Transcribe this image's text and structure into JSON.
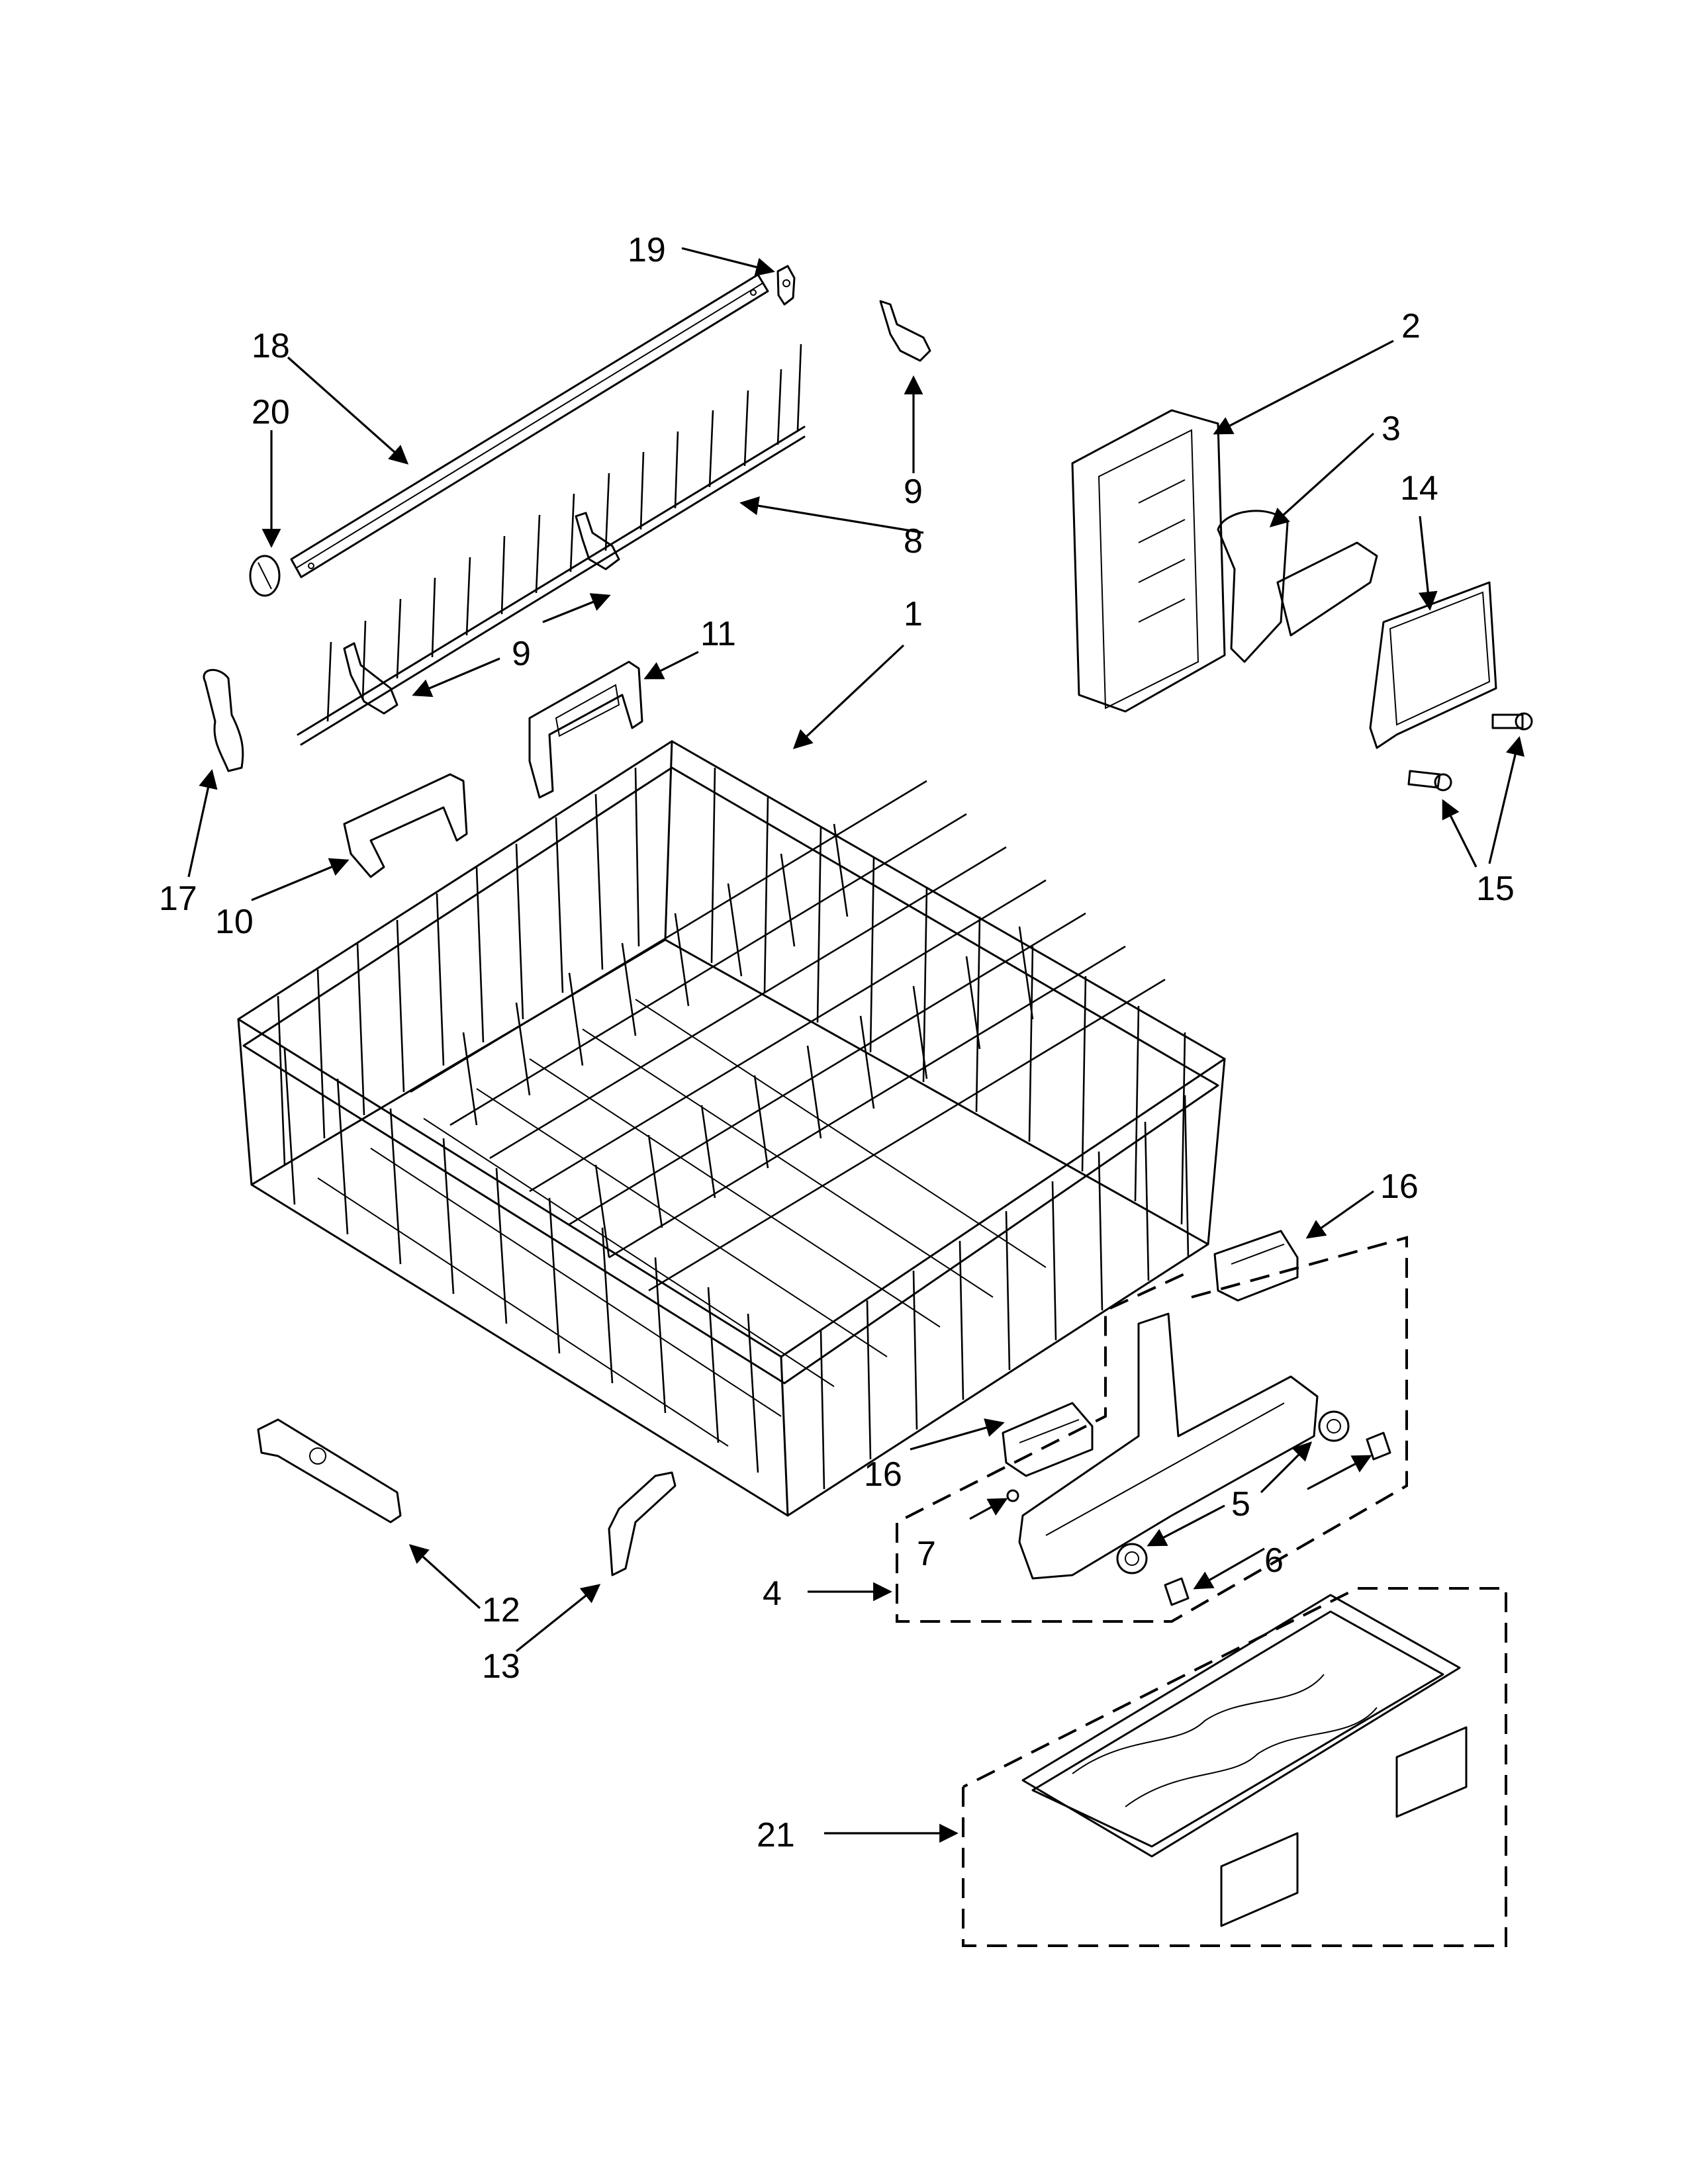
{
  "callouts": [
    {
      "id": "1",
      "text": "1"
    },
    {
      "id": "2",
      "text": "2"
    },
    {
      "id": "3",
      "text": "3"
    },
    {
      "id": "4",
      "text": "4"
    },
    {
      "id": "5",
      "text": "5"
    },
    {
      "id": "6",
      "text": "6"
    },
    {
      "id": "7",
      "text": "7"
    },
    {
      "id": "8",
      "text": "8"
    },
    {
      "id": "9a",
      "text": "9"
    },
    {
      "id": "9b",
      "text": "9"
    },
    {
      "id": "10",
      "text": "10"
    },
    {
      "id": "11",
      "text": "11"
    },
    {
      "id": "12",
      "text": "12"
    },
    {
      "id": "13",
      "text": "13"
    },
    {
      "id": "14",
      "text": "14"
    },
    {
      "id": "15",
      "text": "15"
    },
    {
      "id": "16a",
      "text": "16"
    },
    {
      "id": "16b",
      "text": "16"
    },
    {
      "id": "17",
      "text": "17"
    },
    {
      "id": "18",
      "text": "18"
    },
    {
      "id": "19",
      "text": "19"
    },
    {
      "id": "20",
      "text": "20"
    },
    {
      "id": "21",
      "text": "21"
    }
  ]
}
